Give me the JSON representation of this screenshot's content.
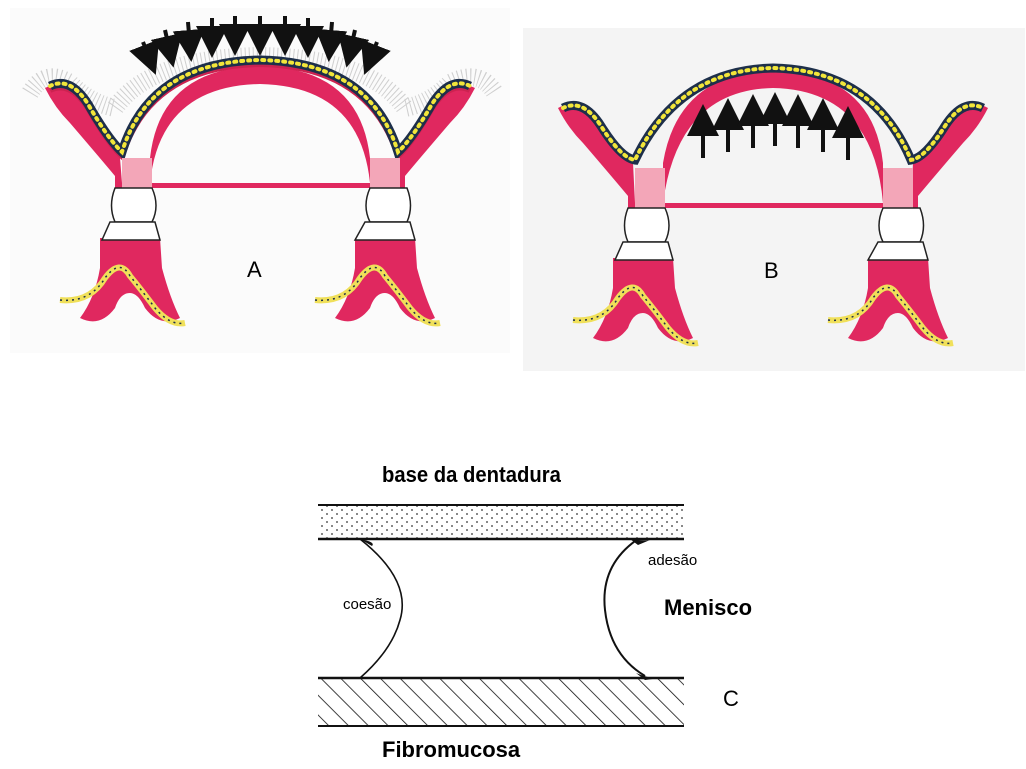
{
  "panels": {
    "a": {
      "letter": "A"
    },
    "b": {
      "letter": "B"
    },
    "c": {
      "letter": "C",
      "top_label": "base da dentadura",
      "bottom_label": "Fibromucosa",
      "adhesion_label": "adesão",
      "cohesion_label": "coesão",
      "meniscus_label": "Menisco"
    }
  },
  "colors": {
    "mucosa": "#e0285f",
    "mucosa_light": "#f3a6b8",
    "palate_band": "#cc2250",
    "dots": "#f2e63a",
    "dot_outline": "#1d2f4a",
    "yellow_edge": "#f0e05a",
    "arrow": "#111111",
    "ink": "#111111"
  },
  "icons": {
    "arrow_down": "arrow-down-icon",
    "arrow_up": "arrow-up-icon"
  }
}
